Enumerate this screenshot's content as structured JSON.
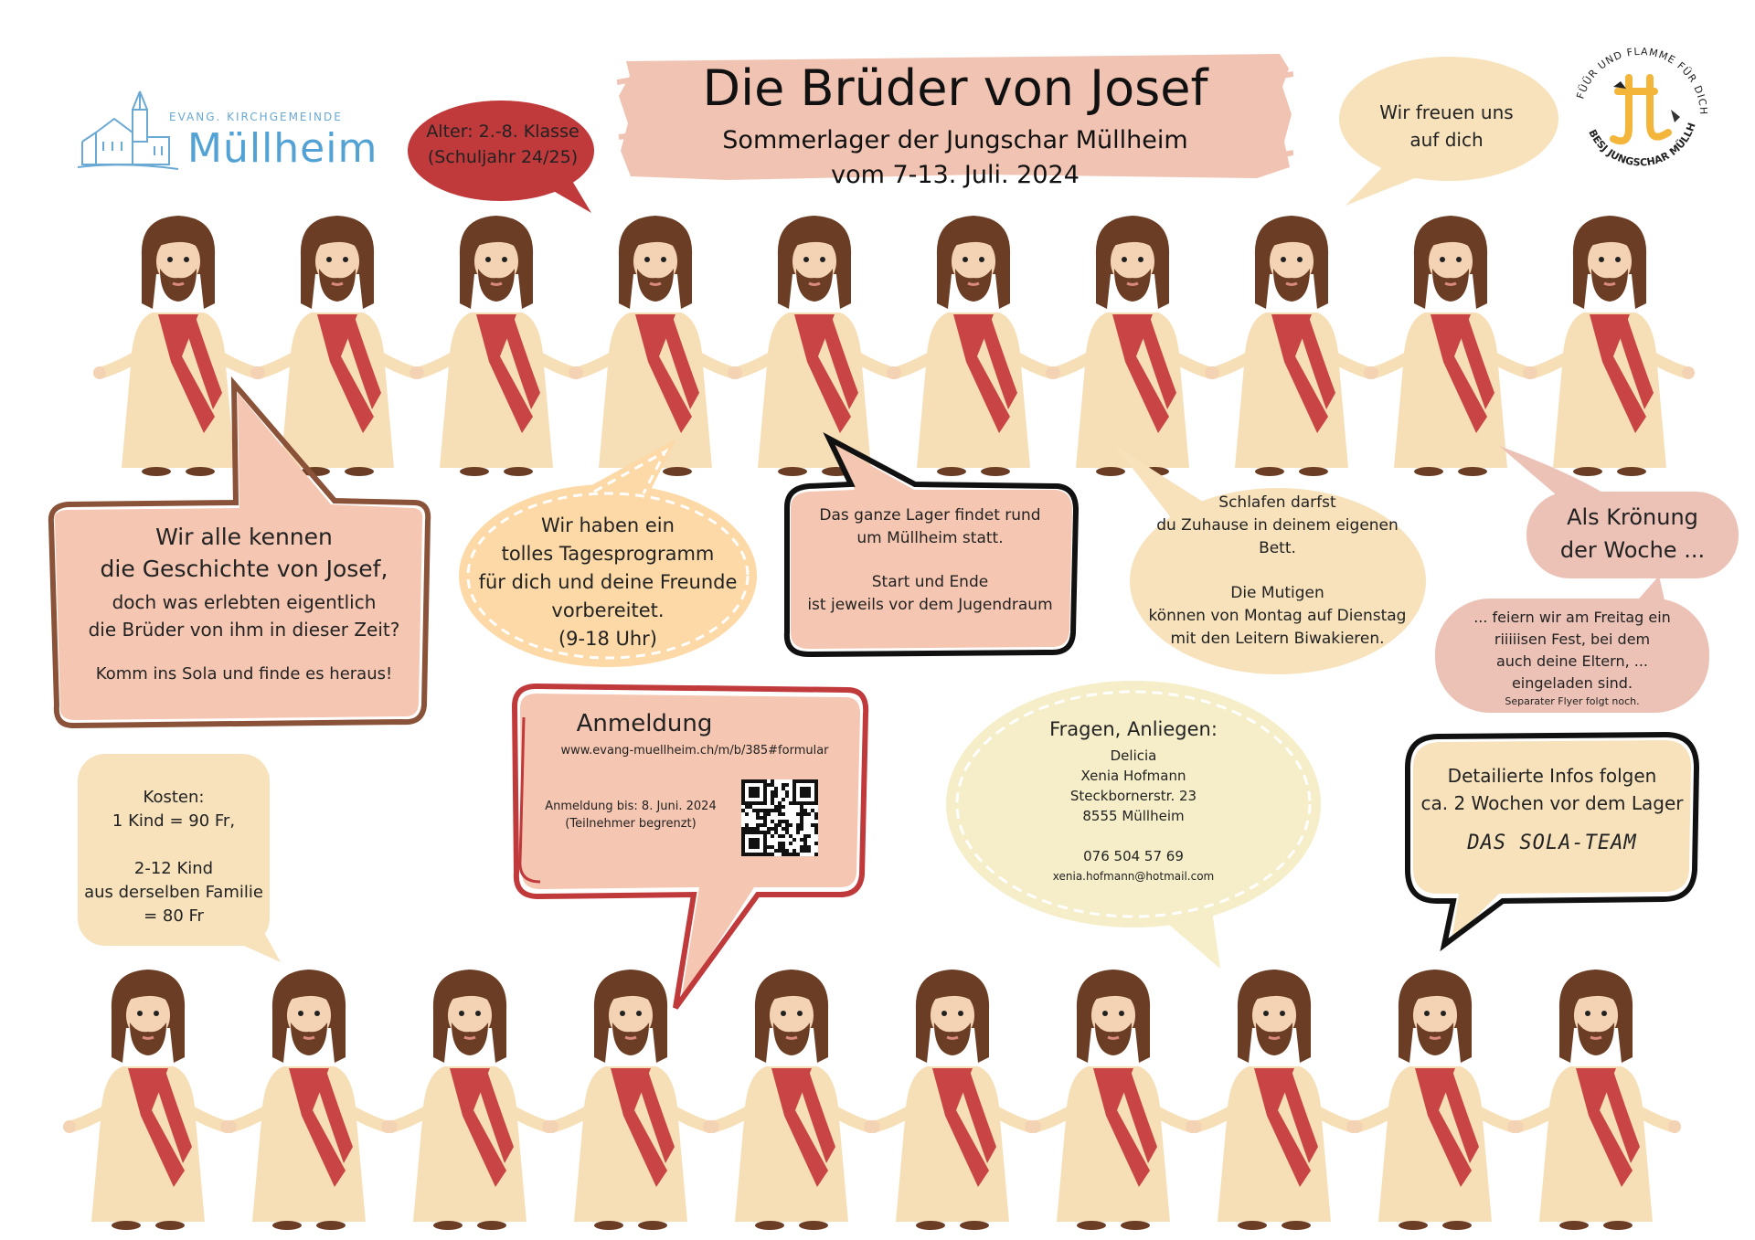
{
  "title": "Die Brüder von Josef",
  "subtitle_line1": "Sommerlager der Jungschar Müllheim",
  "subtitle_line2": "vom 7-13. Juli. 2024",
  "church_logo": {
    "small": "EVANG. KIRCHGEMEINDE",
    "big": "Müllheim"
  },
  "besj_logo": {
    "ring_text": "FÜÜR UND FLAMME FÜR DICH · BESJ JUNGSCHAR MÜLLHEIM"
  },
  "bubble_age": {
    "line1": "Alter: 2.-8. Klasse",
    "line2": "(Schuljahr 24/25)"
  },
  "bubble_welcome": {
    "line1": "Wir freuen uns",
    "line2": "auf dich"
  },
  "bubble_story": {
    "line1": "Wir alle kennen",
    "line2": "die Geschichte von Josef,",
    "line3": "doch was erlebten eigentlich",
    "line4": "die Brüder von ihm in dieser Zeit?",
    "line5": "Komm ins Sola und finde es heraus!"
  },
  "bubble_program": {
    "line1": "Wir haben ein",
    "line2": "tolles Tagesprogramm",
    "line3": "für dich und deine Freunde",
    "line4": "vorbereitet.",
    "line5": "(9-18 Uhr)"
  },
  "bubble_location": {
    "line1": "Das ganze Lager findet rund",
    "line2": "um Müllheim statt.",
    "line3": "Start und Ende",
    "line4": "ist jeweils vor dem Jugendraum"
  },
  "bubble_sleep": {
    "line1": "Schlafen darfst",
    "line2": "du Zuhause in deinem eigenen",
    "line3": "Bett.",
    "line4": "Die Mutigen",
    "line5": "können von Montag auf Dienstag",
    "line6": "mit den Leitern Biwakieren."
  },
  "bubble_crown": {
    "line1": "Als Krönung",
    "line2": "der Woche ..."
  },
  "bubble_fest": {
    "line1": "... feiern wir am Freitag ein",
    "line2": "riiiiisen Fest, bei dem",
    "line3": "auch deine Eltern, ...",
    "line4": "eingeladen sind.",
    "line5": "Separater Flyer folgt noch."
  },
  "bubble_costs": {
    "line1": "Kosten:",
    "line2": "1 Kind = 90 Fr,",
    "line3": "2-12 Kind",
    "line4": "aus derselben Familie",
    "line5": "= 80 Fr"
  },
  "bubble_registration": {
    "heading": "Anmeldung",
    "url": "www.evang-muellheim.ch/m/b/385#formular",
    "deadline": "Anmeldung bis: 8. Juni. 2024",
    "limit": "(Teilnehmer begrenzt)"
  },
  "bubble_questions": {
    "heading": "Fragen, Anliegen:",
    "line1": "Delicia",
    "line2": "Xenia Hofmann",
    "line3": "Steckbornerstr. 23",
    "line4": "8555 Müllheim",
    "phone": "076 504 57 69",
    "email": "xenia.hofmann@hotmail.com"
  },
  "bubble_info": {
    "line1": "Detailierte Infos folgen",
    "line2": "ca. 2 Wochen vor dem Lager",
    "signature": "DAS SOLA-TEAM"
  },
  "colors": {
    "peach": "#f2c4b0",
    "dark_red": "#c0393b",
    "cream": "#f7e2bc",
    "robe": "#f6dfb6",
    "sash": "#c94545",
    "hair": "#6b3d24",
    "skin": "#f4d3b4",
    "orange": "#fcd9a6",
    "pale_yellow": "#f6eec9",
    "pink": "#ecc2b6"
  }
}
